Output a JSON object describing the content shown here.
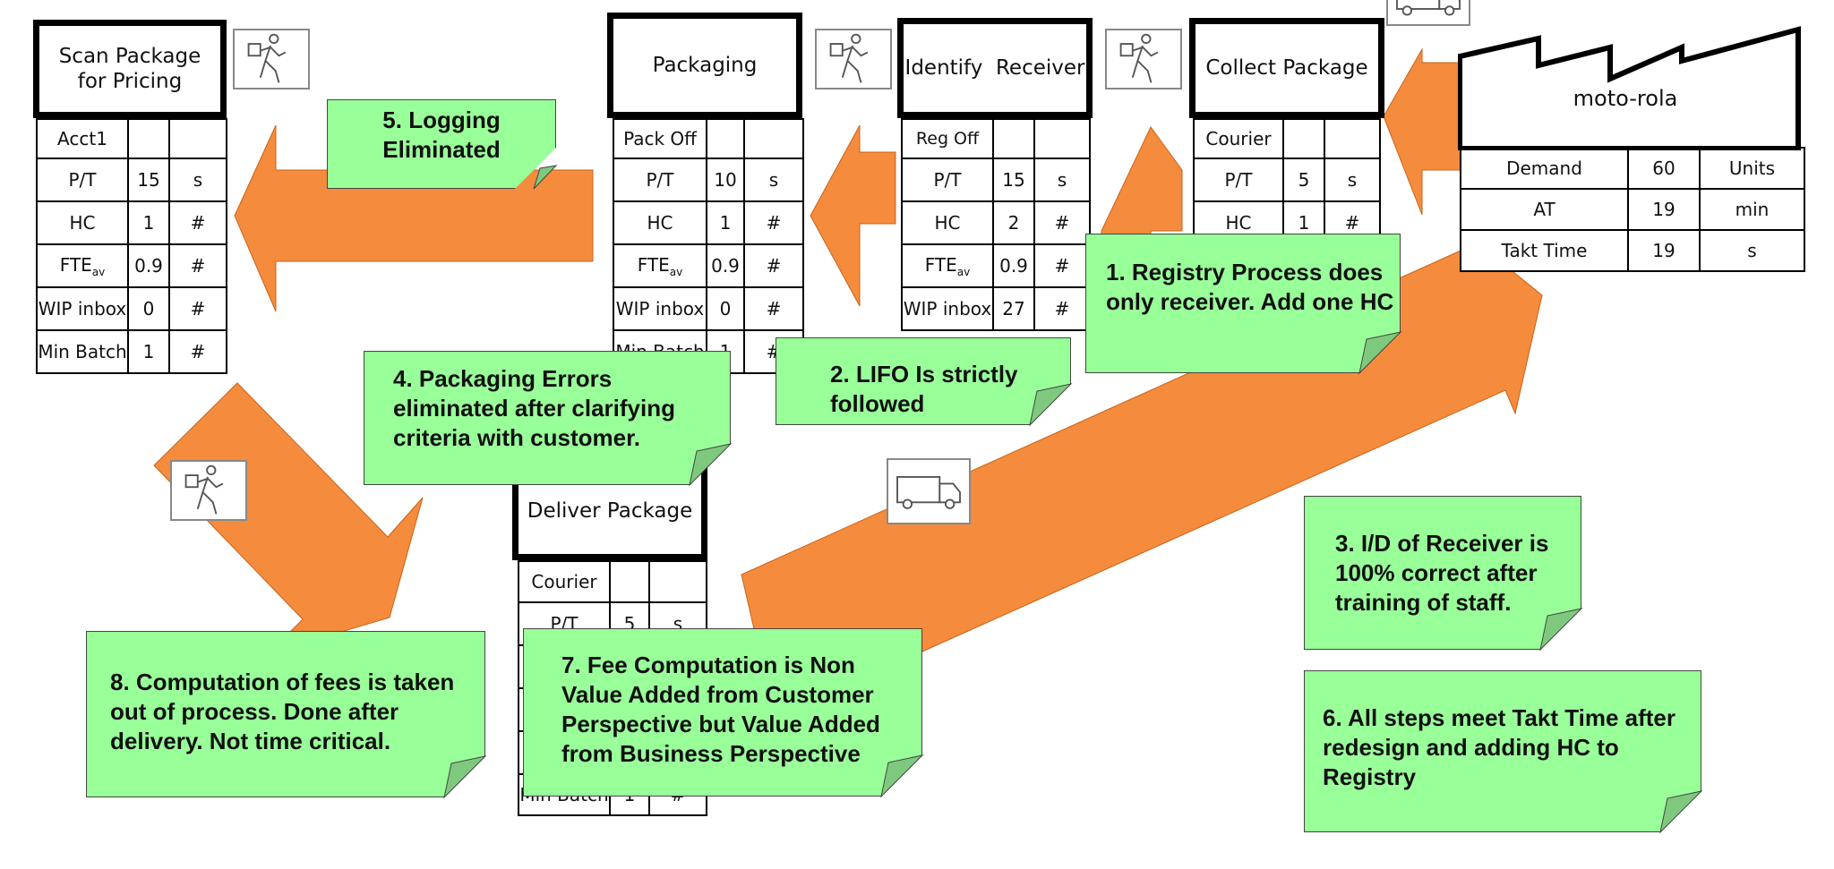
{
  "processes": [
    {
      "title": "Scan Package for Pricing",
      "header": "Acct1",
      "rows": [
        [
          "P/T",
          "15",
          "s"
        ],
        [
          "HC",
          "1",
          "#"
        ],
        [
          "FTE",
          "0.9",
          "#"
        ],
        [
          "WIP inbox",
          "0",
          "#"
        ],
        [
          "Min Batch",
          "1",
          "#"
        ]
      ]
    },
    {
      "title": "Packaging",
      "header": "Pack Off",
      "rows": [
        [
          "P/T",
          "10",
          "s"
        ],
        [
          "HC",
          "1",
          "#"
        ],
        [
          "FTE",
          "0.9",
          "#"
        ],
        [
          "WIP inbox",
          "0",
          "#"
        ],
        [
          "Min Batch",
          "1",
          "#"
        ]
      ]
    },
    {
      "title": "Identify  Receiver",
      "header": "Reg Off",
      "rows": [
        [
          "P/T",
          "15",
          "s"
        ],
        [
          "HC",
          "2",
          "#"
        ],
        [
          "FTE",
          "0.9",
          "#"
        ],
        [
          "WIP inbox",
          "27",
          "#"
        ]
      ]
    },
    {
      "title": "Collect Package",
      "header": "Courier",
      "rows": [
        [
          "P/T",
          "5",
          "s"
        ],
        [
          "HC",
          "1",
          "#"
        ]
      ]
    },
    {
      "title": "Deliver Package",
      "header": "Courier",
      "rows": [
        [
          "P/T",
          "5",
          "s"
        ],
        [
          "Min Batch",
          "1",
          "#"
        ]
      ]
    }
  ],
  "fte_sub": "av",
  "customer": {
    "name": "moto-rola",
    "rows": [
      [
        "Demand",
        "60",
        "Units"
      ],
      [
        "AT",
        "19",
        "min"
      ],
      [
        "Takt Time",
        "19",
        "s"
      ]
    ]
  },
  "notes": {
    "n1": "1. Registry Process does only receiver. Add one HC",
    "n2": "2. LIFO Is strictly followed",
    "n3": "3. I/D of Receiver is 100% correct after training of staff.",
    "n4": "4. Packaging Errors eliminated after clarifying criteria with customer.",
    "n5": "5. Logging Eliminated",
    "n6": "6. All steps meet Takt Time after redesign and adding HC to Registry",
    "n7": "7. Fee Computation is Non Value Added from Customer Perspective but Value Added from Business Perspective",
    "n8": "8. Computation of fees is taken out of process. Done after delivery. Not time critical."
  },
  "colors": {
    "arrow": "#f58b3c",
    "note": "#99ff99",
    "border": "#000000"
  },
  "icons": [
    "operator-icon",
    "truck-icon",
    "factory-icon"
  ]
}
